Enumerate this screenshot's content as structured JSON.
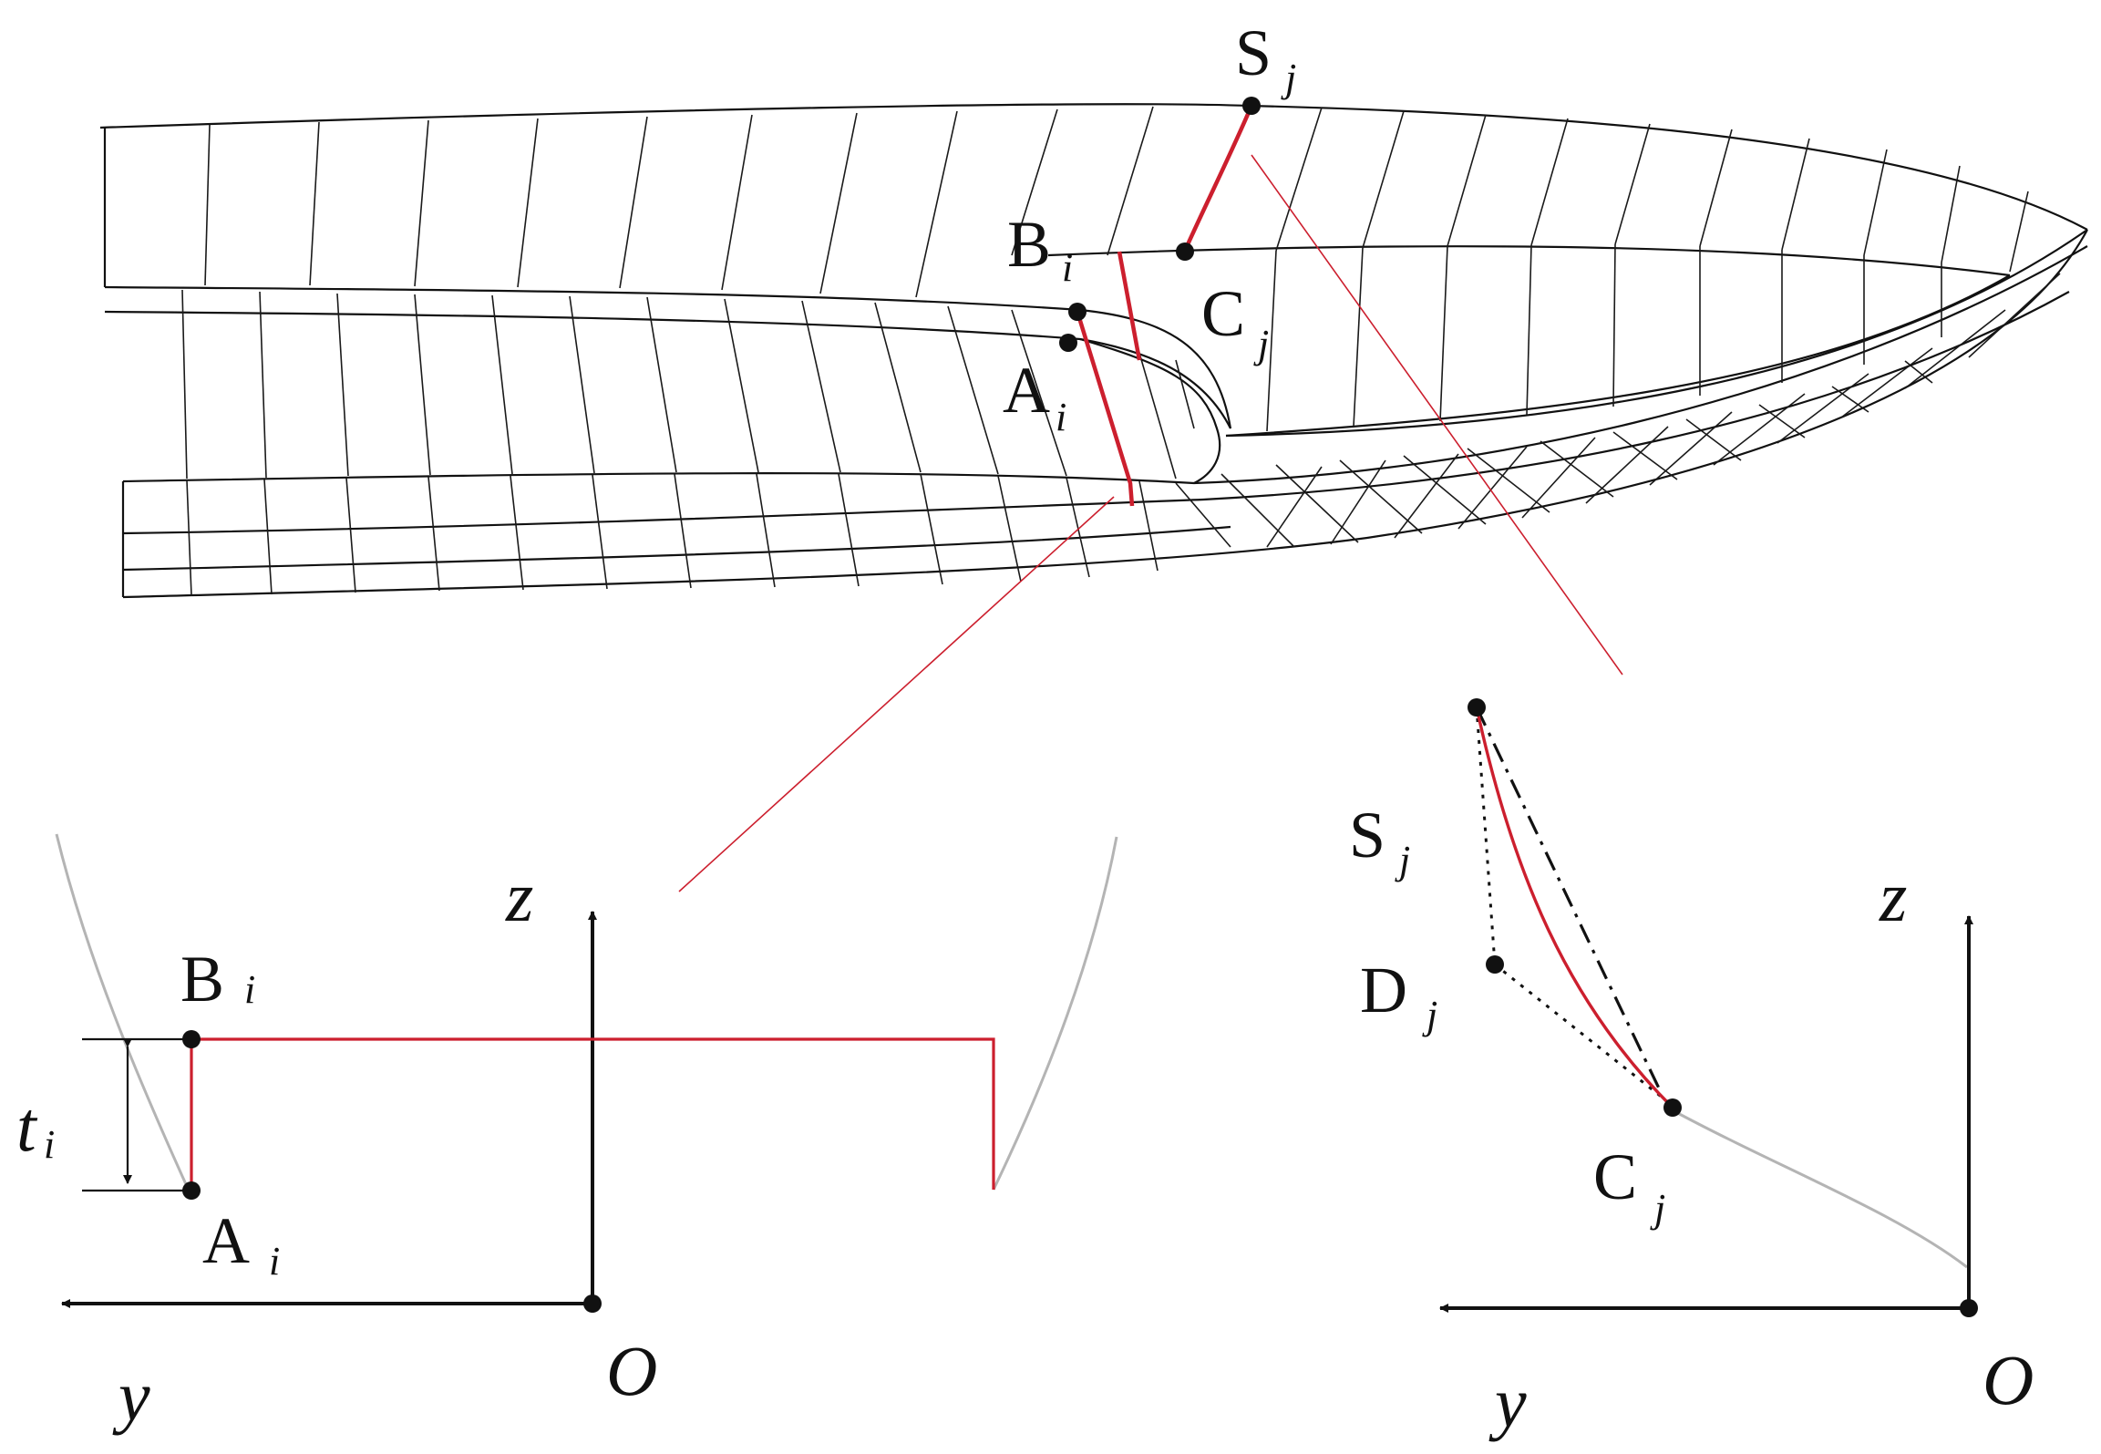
{
  "hull": {
    "labels": {
      "s_main": "S",
      "s_sub": "j",
      "b_main": "B",
      "b_sub": "i",
      "a_main": "A",
      "a_sub": "i",
      "c_main": "C",
      "c_sub": "j"
    }
  },
  "left_detail": {
    "labels": {
      "z": "z",
      "y": "y",
      "o": "O",
      "b_main": "B",
      "b_sub": "i",
      "a_main": "A",
      "a_sub": "i",
      "t_main": "t",
      "t_sub": "i"
    }
  },
  "right_detail": {
    "labels": {
      "z": "z",
      "y": "y",
      "o": "O",
      "s_main": "S",
      "s_sub": "j",
      "d_main": "D",
      "d_sub": "j",
      "c_main": "C",
      "c_sub": "j"
    }
  },
  "colors": {
    "highlight": "#cc1f2e",
    "hull_lines": "#1a1a1a",
    "reference_curve": "#b4b4b4"
  }
}
